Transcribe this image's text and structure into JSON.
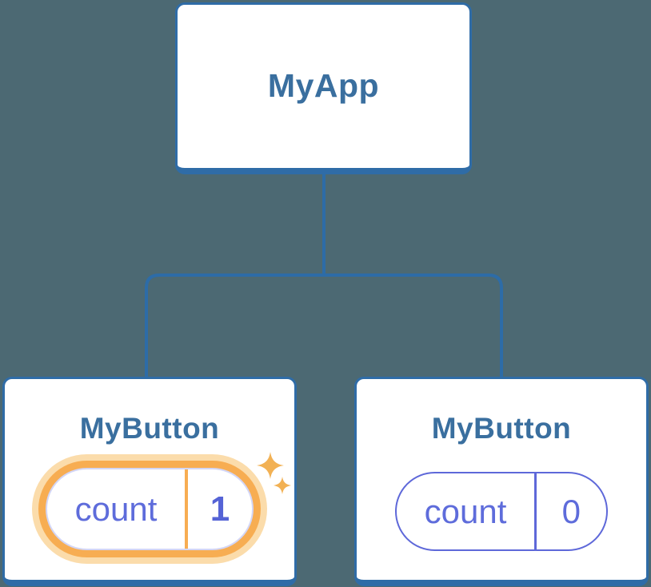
{
  "diagram": {
    "root": {
      "label": "MyApp"
    },
    "children": [
      {
        "label": "MyButton",
        "state_key": "count",
        "state_value": "1",
        "highlighted": true
      },
      {
        "label": "MyButton",
        "state_key": "count",
        "state_value": "0",
        "highlighted": false
      }
    ]
  },
  "colors": {
    "background": "#4c6973",
    "connector": "#2d6ca7",
    "card_border": "#2f6ca7",
    "card_bg": "#ffffff",
    "title_text": "#3a6f9f",
    "state_text": "#5e6cdb",
    "state_value_highlight": "#5563d6",
    "pill_border": "#5e68d9",
    "highlight_ring": "#f7ad52",
    "highlight_halo": "#fbdcab",
    "sparkle": "#f2b154"
  }
}
